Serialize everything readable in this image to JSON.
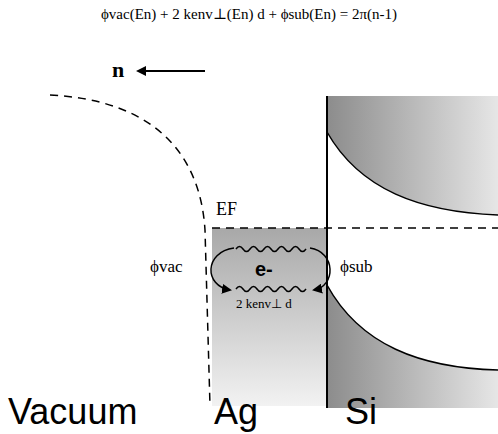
{
  "diagram": {
    "title": "ϕvac(En) + 2 kenv⊥(En) d + ϕsub(En) = 2π(n-1)",
    "labels": [
      "n",
      "EF",
      "e-",
      "ϕvac",
      "ϕsub",
      "2 kenv⊥ d",
      "Vacuum",
      "Ag",
      "Si"
    ]
  }
}
